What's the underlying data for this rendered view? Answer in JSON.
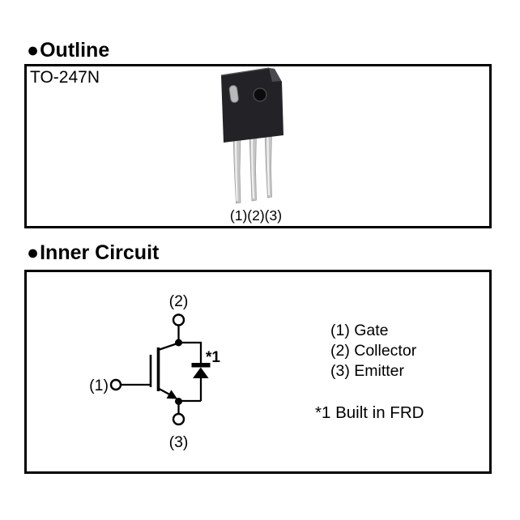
{
  "sections": {
    "outline": {
      "bullet": "●",
      "title": "Outline",
      "package_name": "TO-247N",
      "pin_caption": "(1)(2)(3)"
    },
    "inner_circuit": {
      "bullet": "●",
      "title": "Inner Circuit",
      "pins": {
        "top": "(2)",
        "left": "(1)",
        "bottom": "(3)"
      },
      "diode_ref": "*1",
      "legend": [
        "(1) Gate",
        "(2) Collector",
        "(3) Emitter"
      ],
      "note": "*1 Built in FRD"
    }
  },
  "colors": {
    "background": "#ffffff",
    "line": "#000000",
    "box_border": "#000000",
    "package_body": "#232327",
    "package_chamfer": "#4a4a4e",
    "package_slot": "#b9b9b9",
    "package_hole": "#0b0b0b",
    "lead": "#c6c6c6",
    "lead_edge": "#9e9e9e",
    "lead_highlight": "#f3f3f3"
  }
}
